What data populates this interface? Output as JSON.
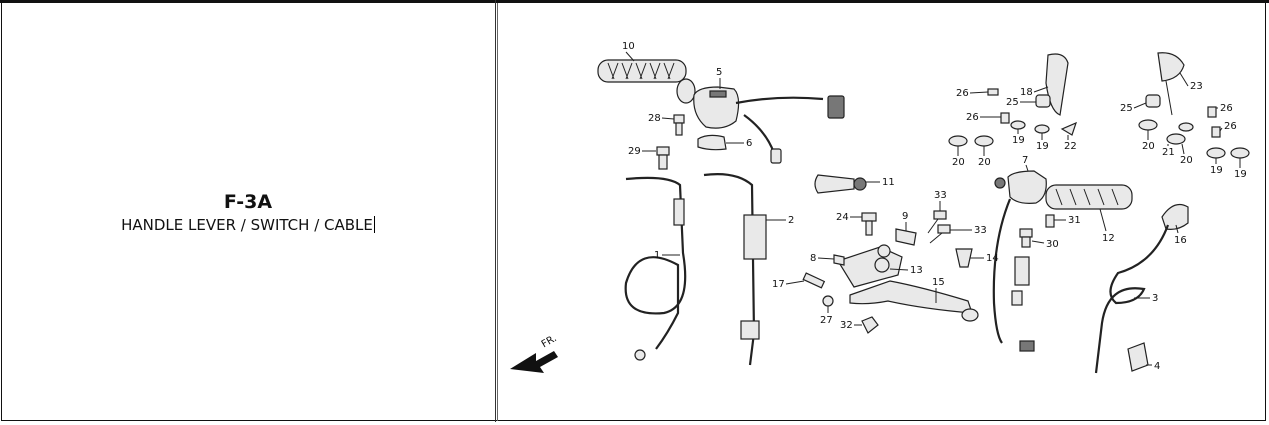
{
  "page": {
    "code": "F-3A",
    "title": "HANDLE LEVER / SWITCH / CABLE"
  },
  "diagram": {
    "direction_label": "FR.",
    "callouts": [
      "10",
      "5",
      "28",
      "6",
      "29",
      "1",
      "2",
      "11",
      "24",
      "9",
      "33",
      "33",
      "8",
      "13",
      "17",
      "27",
      "32",
      "15",
      "26",
      "18",
      "25",
      "26",
      "19",
      "19",
      "22",
      "20",
      "20",
      "7",
      "12",
      "31",
      "30",
      "14",
      "23",
      "25",
      "26",
      "26",
      "20",
      "21",
      "20",
      "19",
      "19",
      "16",
      "3",
      "4"
    ]
  }
}
